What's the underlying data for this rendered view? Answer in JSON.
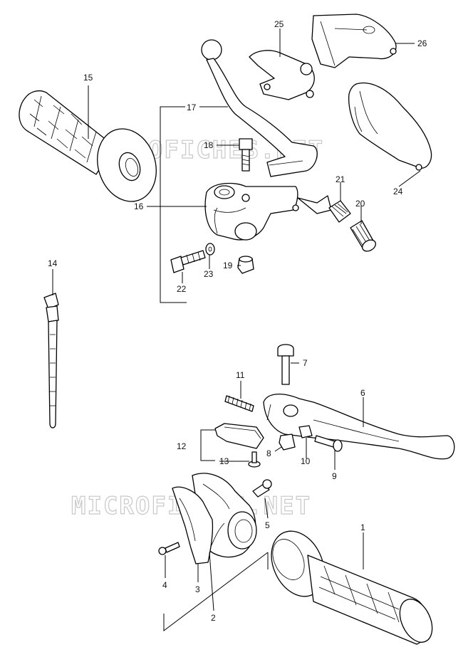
{
  "watermarks": [
    "MICROFICHES.NET",
    "MICROFICHES.NET"
  ],
  "callouts": [
    {
      "id": "c1",
      "label": "1"
    },
    {
      "id": "c2",
      "label": "2"
    },
    {
      "id": "c3",
      "label": "3"
    },
    {
      "id": "c4",
      "label": "4"
    },
    {
      "id": "c5",
      "label": "5"
    },
    {
      "id": "c6",
      "label": "6"
    },
    {
      "id": "c7",
      "label": "7"
    },
    {
      "id": "c8",
      "label": "8"
    },
    {
      "id": "c9",
      "label": "9"
    },
    {
      "id": "c10",
      "label": "10"
    },
    {
      "id": "c11",
      "label": "11"
    },
    {
      "id": "c12",
      "label": "12"
    },
    {
      "id": "c13",
      "label": "13"
    },
    {
      "id": "c14",
      "label": "14"
    },
    {
      "id": "c15",
      "label": "15"
    },
    {
      "id": "c16",
      "label": "16"
    },
    {
      "id": "c17",
      "label": "17"
    },
    {
      "id": "c18",
      "label": "18"
    },
    {
      "id": "c19",
      "label": "19"
    },
    {
      "id": "c20",
      "label": "20"
    },
    {
      "id": "c21",
      "label": "21"
    },
    {
      "id": "c22",
      "label": "22"
    },
    {
      "id": "c23",
      "label": "23"
    },
    {
      "id": "c24",
      "label": "24"
    },
    {
      "id": "c25",
      "label": "25"
    },
    {
      "id": "c26",
      "label": "26"
    }
  ]
}
